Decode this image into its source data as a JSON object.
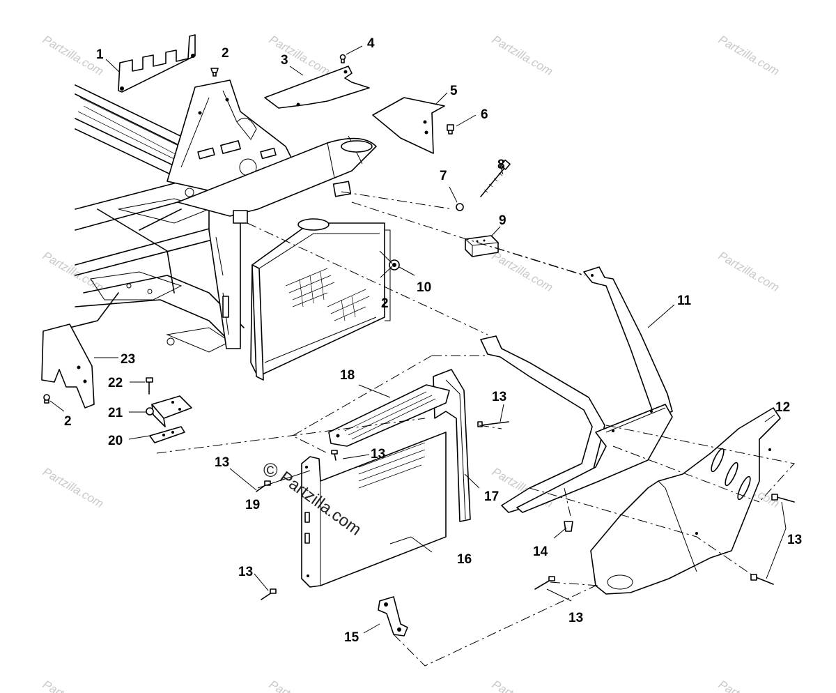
{
  "watermark": {
    "text": "Partzilla.com",
    "symbol": "©"
  },
  "callouts": {
    "c1": "1",
    "c2a": "2",
    "c2b": "2",
    "c2c": "2",
    "c3": "3",
    "c4": "4",
    "c5": "5",
    "c6": "6",
    "c7": "7",
    "c8": "8",
    "c9": "9",
    "c10": "10",
    "c11": "11",
    "c12": "12",
    "c13a": "13",
    "c13b": "13",
    "c13c": "13",
    "c13d": "13",
    "c13e": "13",
    "c13f": "13",
    "c14": "14",
    "c15": "15",
    "c16": "16",
    "c17": "17",
    "c18": "18",
    "c19": "19",
    "c20": "20",
    "c21": "21",
    "c22": "22",
    "c23": "23"
  },
  "colors": {
    "line": "#000000",
    "watermark": "#c9c9c9",
    "background": "#ffffff"
  }
}
